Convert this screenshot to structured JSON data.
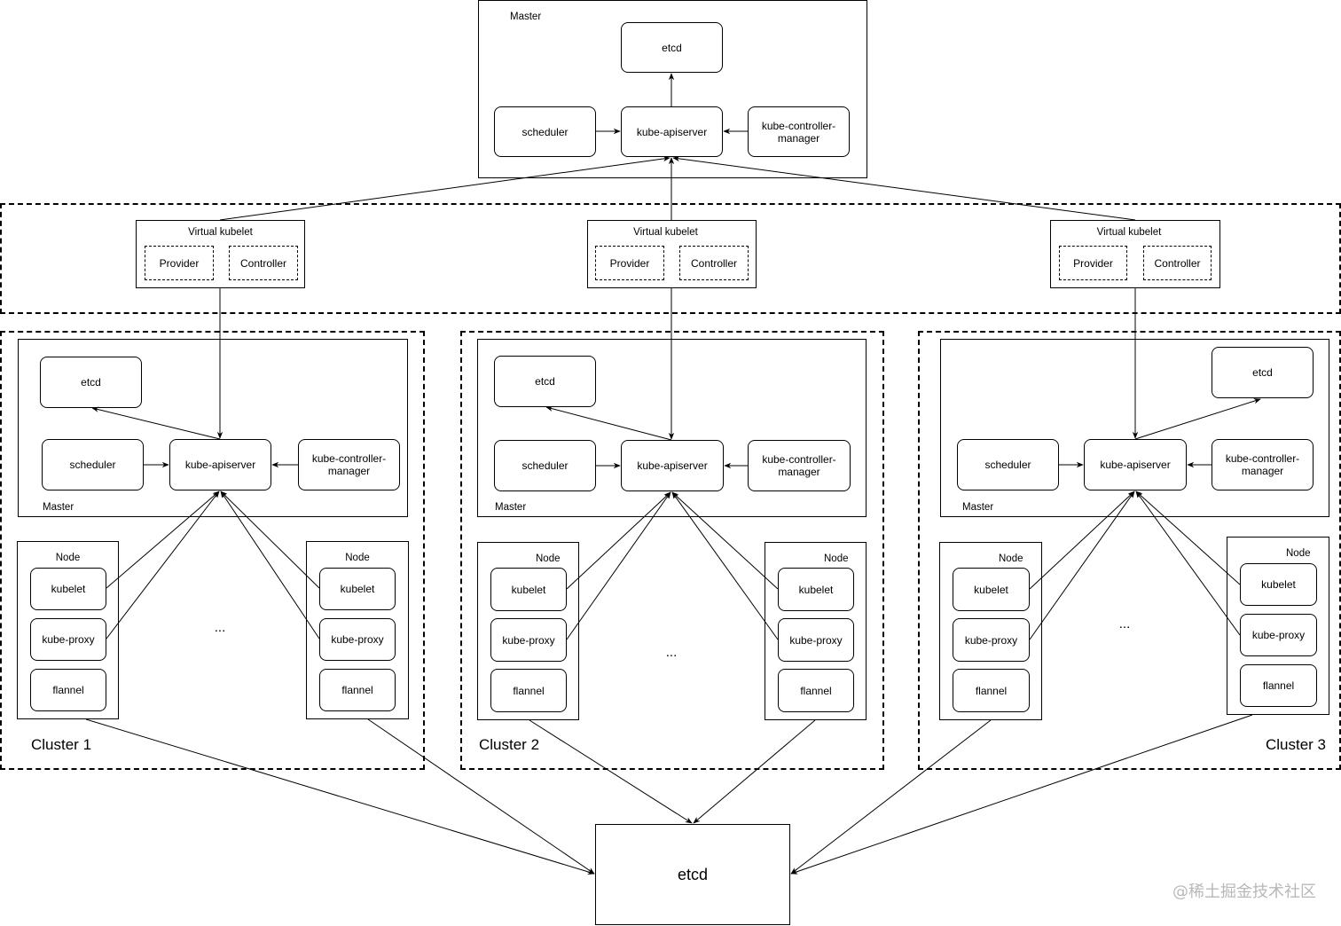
{
  "top_master": {
    "label": "Master",
    "etcd": "etcd",
    "scheduler": "scheduler",
    "apiserver": "kube-apiserver",
    "controller_manager": "kube-controller-manager"
  },
  "virtual_kubelets": [
    {
      "label": "Virtual kubelet",
      "provider": "Provider",
      "controller": "Controller"
    },
    {
      "label": "Virtual kubelet",
      "provider": "Provider",
      "controller": "Controller"
    },
    {
      "label": "Virtual kubelet",
      "provider": "Provider",
      "controller": "Controller"
    }
  ],
  "clusters": [
    {
      "label": "Cluster 1",
      "master": {
        "label": "Master",
        "etcd": "etcd",
        "scheduler": "scheduler",
        "apiserver": "kube-apiserver",
        "controller_manager": "kube-controller-manager"
      },
      "nodes": [
        {
          "label": "Node",
          "kubelet": "kubelet",
          "kube_proxy": "kube-proxy",
          "flannel": "flannel"
        },
        {
          "label": "Node",
          "kubelet": "kubelet",
          "kube_proxy": "kube-proxy",
          "flannel": "flannel"
        }
      ],
      "ellipsis": "..."
    },
    {
      "label": "Cluster 2",
      "master": {
        "label": "Master",
        "etcd": "etcd",
        "scheduler": "scheduler",
        "apiserver": "kube-apiserver",
        "controller_manager": "kube-controller-manager"
      },
      "nodes": [
        {
          "label": "Node",
          "kubelet": "kubelet",
          "kube_proxy": "kube-proxy",
          "flannel": "flannel"
        },
        {
          "label": "Node",
          "kubelet": "kubelet",
          "kube_proxy": "kube-proxy",
          "flannel": "flannel"
        }
      ],
      "ellipsis": "..."
    },
    {
      "label": "Cluster 3",
      "master": {
        "label": "Master",
        "etcd": "etcd",
        "scheduler": "scheduler",
        "apiserver": "kube-apiserver",
        "controller_manager": "kube-controller-manager"
      },
      "nodes": [
        {
          "label": "Node",
          "kubelet": "kubelet",
          "kube_proxy": "kube-proxy",
          "flannel": "flannel"
        },
        {
          "label": "Node",
          "kubelet": "kubelet",
          "kube_proxy": "kube-proxy",
          "flannel": "flannel"
        }
      ],
      "ellipsis": "..."
    }
  ],
  "shared_etcd": {
    "label": "etcd"
  },
  "watermark": "@稀土掘金技术社区"
}
